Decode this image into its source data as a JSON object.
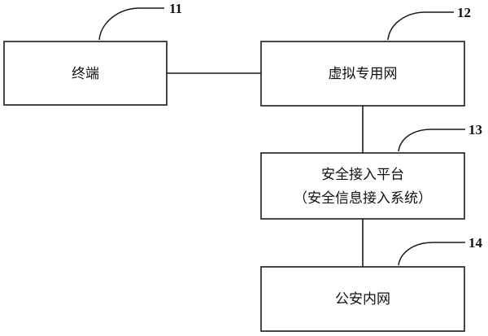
{
  "nodes": [
    {
      "id": "terminal",
      "label": "终端",
      "ref": "11"
    },
    {
      "id": "vpn",
      "label": "虚拟专用网",
      "ref": "12"
    },
    {
      "id": "access_platform",
      "label_line1": "安全接入平台",
      "label_line2": "（安全信息接入系统）",
      "ref": "13"
    },
    {
      "id": "public_security_intranet",
      "label": "公安内网",
      "ref": "14"
    }
  ],
  "edges": [
    {
      "from": "terminal",
      "to": "vpn"
    },
    {
      "from": "vpn",
      "to": "access_platform"
    },
    {
      "from": "access_platform",
      "to": "public_security_intranet"
    }
  ]
}
